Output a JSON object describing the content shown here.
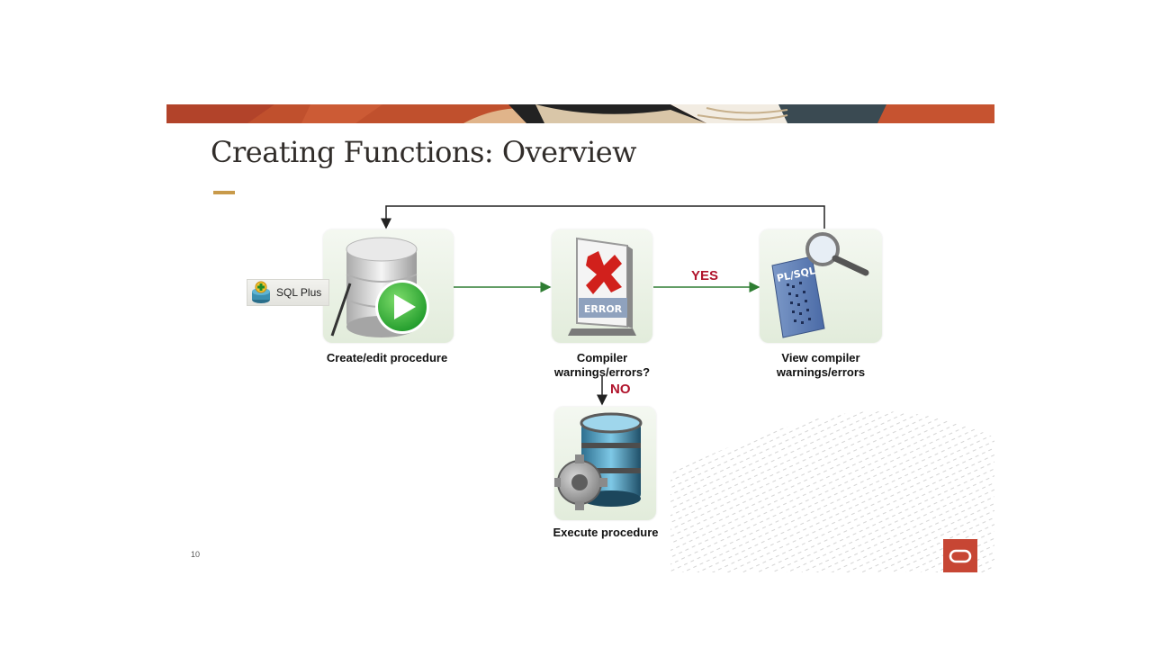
{
  "slide": {
    "title": "Creating Functions: Overview",
    "page_number": "10"
  },
  "nodes": {
    "create": {
      "caption": "Create/edit procedure"
    },
    "compile": {
      "caption_line1": "Compiler",
      "caption_line2": "warnings/errors?",
      "icon_text": "ERROR"
    },
    "view": {
      "caption_line1": "View compiler",
      "caption_line2": "warnings/errors",
      "icon_text": "PL/SQL"
    },
    "execute": {
      "caption": "Execute procedure"
    }
  },
  "edges": {
    "yes_label": "YES",
    "no_label": "NO"
  },
  "tool": {
    "label": "SQL Plus"
  },
  "colors": {
    "arrow_green": "#2e7d32",
    "label_red": "#b0132b",
    "logo_red": "#c74634",
    "accent_gold": "#c89a4a",
    "banner_rust": "#c0502d"
  },
  "icons": {
    "create": "database-play-icon",
    "compile": "error-sign-icon",
    "view": "plsql-magnifier-icon",
    "execute": "database-gear-icon",
    "tool": "sqlplus-icon",
    "logo": "oracle-logo-icon"
  }
}
